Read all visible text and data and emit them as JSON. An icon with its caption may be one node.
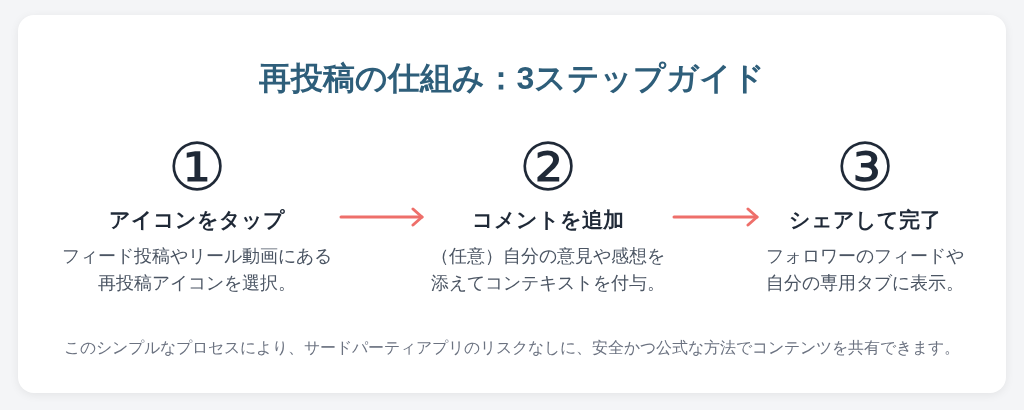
{
  "diagram": {
    "title": "再投稿の仕組み：3ステップガイド",
    "nodes": [
      {
        "text": [
          "①",
          "アイコンをタップ",
          "フィード投稿やリール動画にある再投稿アイコンを選択。"
        ]
      },
      {
        "text": [
          "②",
          "コメントを追加",
          "（任意）自分の意見や感想を添えてコンテキストを付与。"
        ]
      },
      {
        "text": [
          "③",
          "シェアして完了",
          "フォロワーのフィードや自分の専用タブに表示。"
        ]
      }
    ],
    "edges": [
      {
        "from": 0,
        "to": 1,
        "arrow": "to"
      },
      {
        "from": 1,
        "to": 2,
        "arrow": "to"
      }
    ],
    "caption": "このシンプルなプロセスにより、サードパーティアプリのリスクなしに、安全かつ公式な方法でコンテンツを共有できます。"
  }
}
